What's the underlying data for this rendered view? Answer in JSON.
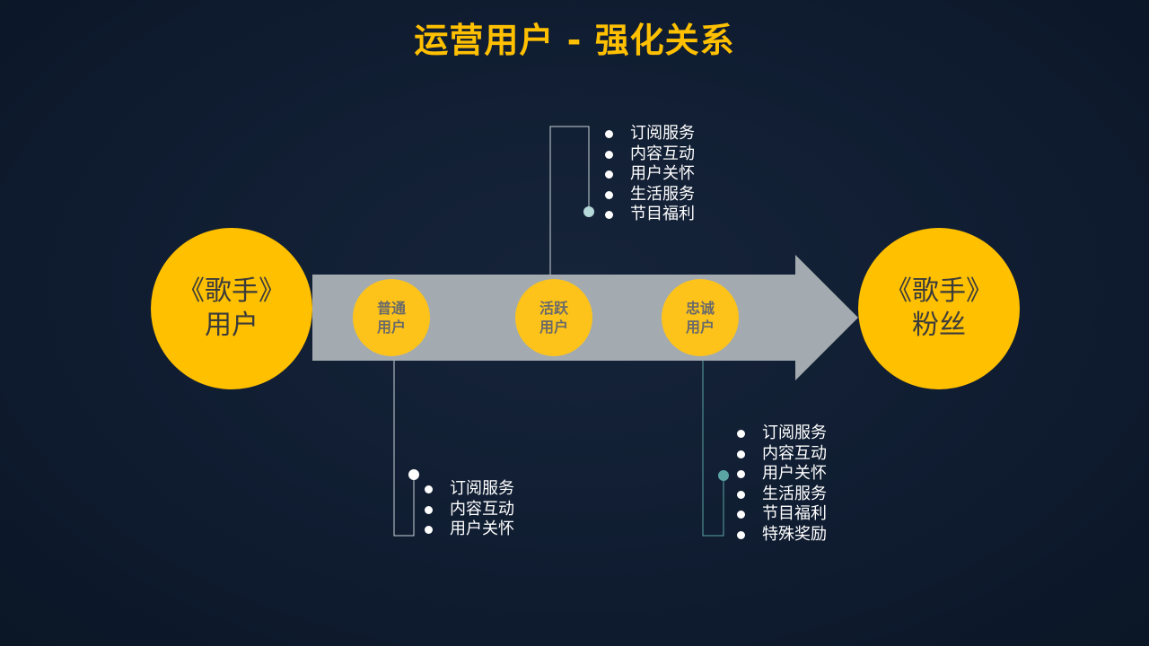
{
  "title": "运营用户 - 强化关系",
  "start": {
    "line1": "《歌手》",
    "line2": "用户"
  },
  "end": {
    "line1": "《歌手》",
    "line2": "粉丝"
  },
  "stages": [
    {
      "line1": "普通",
      "line2": "用户",
      "benefits": [
        "订阅服务",
        "内容互动",
        "用户关怀"
      ]
    },
    {
      "line1": "活跃",
      "line2": "用户",
      "benefits": [
        "订阅服务",
        "内容互动",
        "用户关怀",
        "生活服务",
        "节目福利"
      ]
    },
    {
      "line1": "忠诚",
      "line2": "用户",
      "benefits": [
        "订阅服务",
        "内容互动",
        "用户关怀",
        "生活服务",
        "节目福利",
        "特殊奖励"
      ]
    }
  ],
  "colors": {
    "accent": "#ffc000",
    "arrow": "#a3abb0",
    "connector_white": "#ffffff",
    "connector_light_teal": "#b5d8d8",
    "connector_teal": "#5aa5a3",
    "background": "#0f1c30"
  }
}
